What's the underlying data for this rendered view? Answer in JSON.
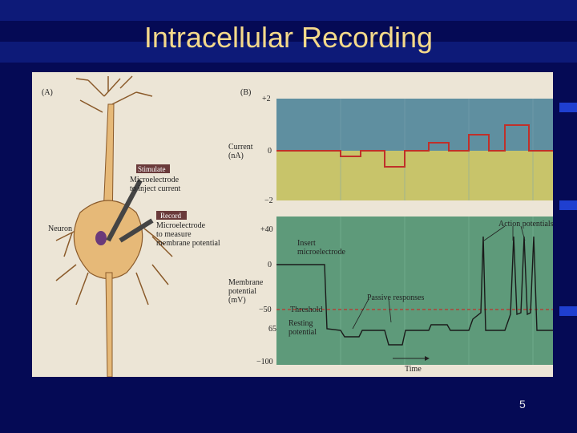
{
  "slide": {
    "title": "Intracellular Recording",
    "page_number": "5"
  },
  "figure": {
    "panel_a_label": "(A)",
    "panel_b_label": "(B)",
    "neuron_label": "Neuron",
    "stimulate_tag": "Stimulate",
    "stimulate_text_1": "Microelectrode",
    "stimulate_text_2": "to inject current",
    "record_tag": "Record",
    "record_text_1": "Microelectrode",
    "record_text_2": "to measure",
    "record_text_3": "membrane potential",
    "current_label_1": "Current",
    "current_label_2": "(nA)",
    "current_ticks": [
      "+2",
      "0",
      "−2"
    ],
    "membrane_label_1": "Membrane",
    "membrane_label_2": "potential",
    "membrane_label_3": "(mV)",
    "voltage_ticks": [
      "+40",
      "0",
      "−50",
      "65",
      "−100"
    ],
    "threshold_label": "Threshold",
    "resting_label_1": "Resting",
    "resting_label_2": "potential",
    "insert_label_1": "Insert",
    "insert_label_2": "microelectrode",
    "passive_label": "Passive responses",
    "action_label": "Action potentials",
    "time_label": "Time"
  },
  "colors": {
    "background": "#050a55",
    "title": "#f4d98a",
    "current_panel_top": "#5f8fa0",
    "current_panel_bottom": "#c8c46a",
    "voltage_panel": "#5e9a7a",
    "current_trace": "#c0302a",
    "threshold_line": "#c0302a"
  }
}
